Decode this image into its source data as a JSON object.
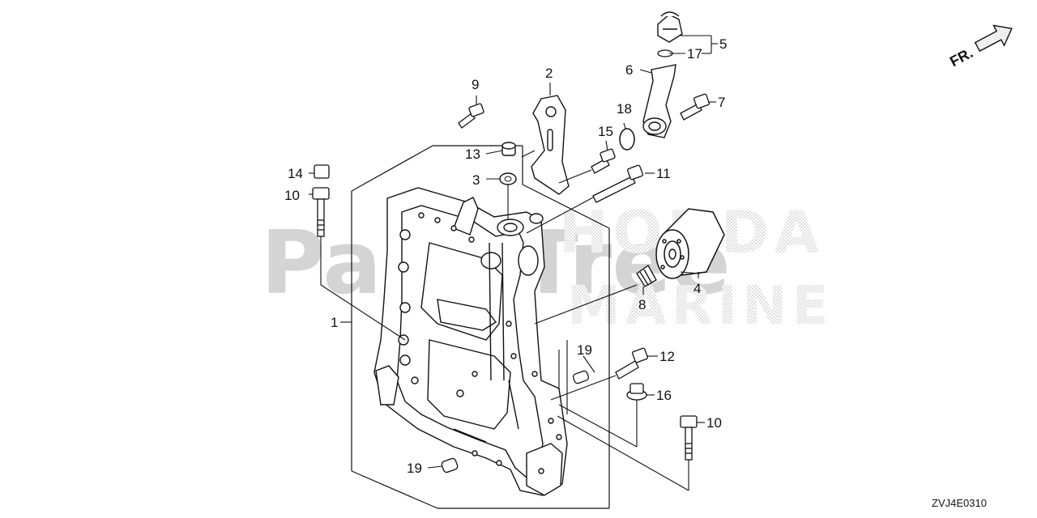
{
  "diagram": {
    "diagram_code": "ZVJ4E0310",
    "front_indicator": "FR.",
    "watermark": {
      "line1": "PartsTree",
      "line2_a": "HONDA",
      "line2_b": "MARINE"
    },
    "callouts": [
      {
        "id": "c1",
        "label": "1"
      },
      {
        "id": "c2",
        "label": "2"
      },
      {
        "id": "c3",
        "label": "3"
      },
      {
        "id": "c4",
        "label": "4"
      },
      {
        "id": "c5",
        "label": "5"
      },
      {
        "id": "c6",
        "label": "6"
      },
      {
        "id": "c7",
        "label": "7"
      },
      {
        "id": "c8",
        "label": "8"
      },
      {
        "id": "c9",
        "label": "9"
      },
      {
        "id": "c10a",
        "label": "10"
      },
      {
        "id": "c10b",
        "label": "10"
      },
      {
        "id": "c11",
        "label": "11"
      },
      {
        "id": "c12",
        "label": "12"
      },
      {
        "id": "c13",
        "label": "13"
      },
      {
        "id": "c14",
        "label": "14"
      },
      {
        "id": "c15",
        "label": "15"
      },
      {
        "id": "c16",
        "label": "16"
      },
      {
        "id": "c17",
        "label": "17"
      },
      {
        "id": "c18",
        "label": "18"
      },
      {
        "id": "c19a",
        "label": "19"
      },
      {
        "id": "c19b",
        "label": "19"
      }
    ],
    "icons": {
      "front_arrow": "front-direction-arrow-icon"
    }
  }
}
